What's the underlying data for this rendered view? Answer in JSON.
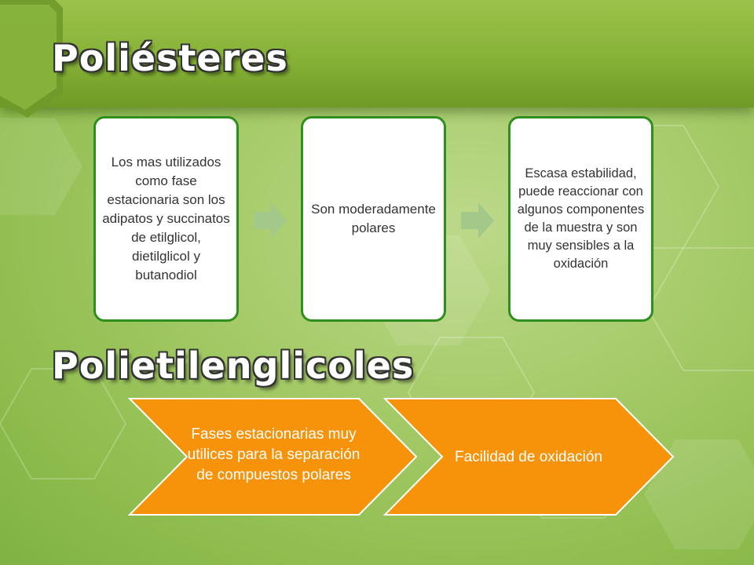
{
  "sections": {
    "polyesters_title": "Poliésteres",
    "polyethylene_glycols_title": "Polietilenglicoles"
  },
  "process_boxes": [
    {
      "text": "Los mas utilizados como fase estacionaria son los adipatos y succinatos de etilglicol, dietilglicol y butanodiol"
    },
    {
      "text": "Son moderadamente polares"
    },
    {
      "text": "Escasa estabilidad, puede reaccionar con algunos componentes de la muestra y son muy sensibles a la oxidación"
    }
  ],
  "chevrons": [
    {
      "text": "Fases estacionarias muy utilices para la separación de compuestos polares"
    },
    {
      "text": "Facilidad de oxidación"
    }
  ],
  "colors": {
    "background": "#a8cc6c",
    "header": "#86b238",
    "box_border": "#2f8f1e",
    "arrow": "#a3c98a",
    "chevron_fill": "#f7930a",
    "chevron_outline": "#ffffff"
  }
}
